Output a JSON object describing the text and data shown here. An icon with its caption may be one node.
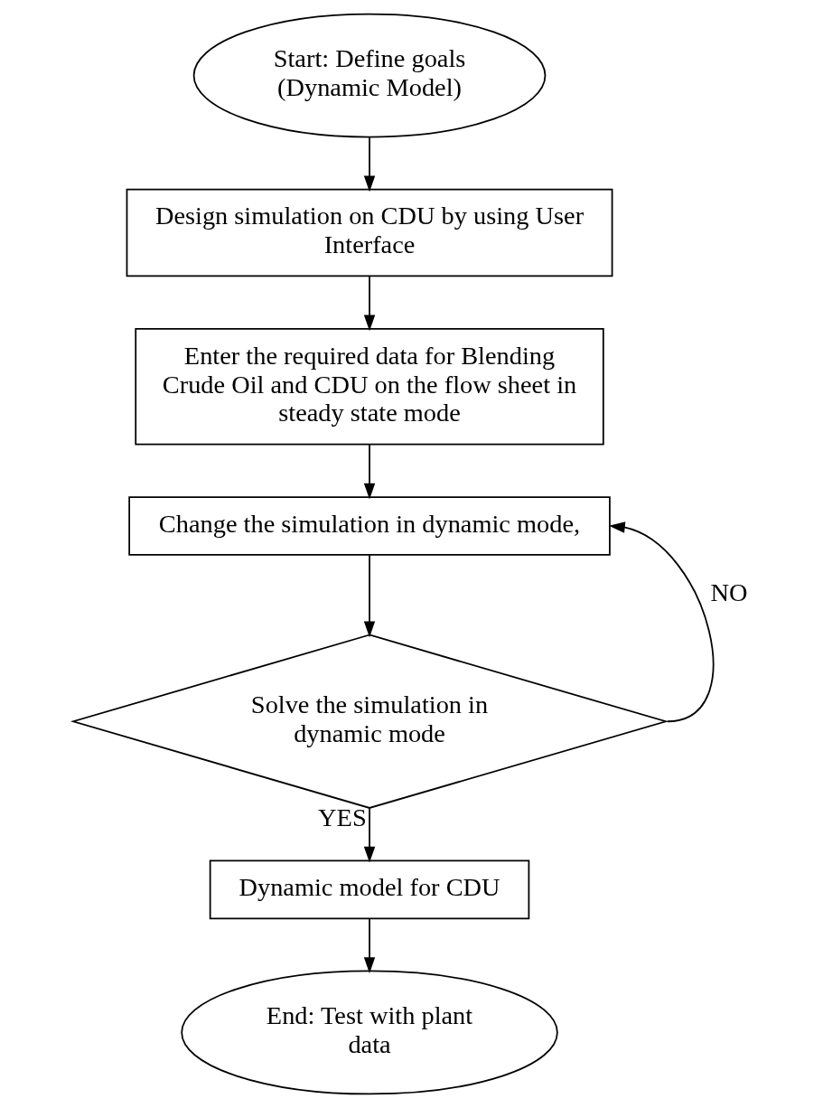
{
  "diagram": {
    "nodes": [
      {
        "text": [
          "Start: Define goals (Dynamic Model)"
        ]
      },
      {
        "text": [
          "Design simulation on CDU by using User Interface"
        ]
      },
      {
        "text": [
          "Enter the required data for Blending Crude Oil and CDU on the flow sheet in steady state mode"
        ]
      },
      {
        "text": [
          "Change the simulation in dynamic mode,"
        ]
      },
      {
        "text": [
          "Solve the simulation in dynamic mode"
        ]
      },
      {
        "text": [
          "Dynamic model for CDU"
        ]
      },
      {
        "text": [
          "End: Test with plant data"
        ]
      }
    ],
    "edges": [
      {
        "from": 0,
        "to": 1,
        "arrow": "to"
      },
      {
        "from": 1,
        "to": 2,
        "arrow": "to"
      },
      {
        "from": 2,
        "to": 3,
        "arrow": "to"
      },
      {
        "from": 3,
        "to": 4,
        "arrow": "to"
      },
      {
        "from": 4,
        "to": 5,
        "arrow": "to",
        "label": "YES"
      },
      {
        "from": 4,
        "to": 3,
        "arrow": "to",
        "label": "NO"
      },
      {
        "from": 5,
        "to": 6,
        "arrow": "to"
      }
    ]
  }
}
